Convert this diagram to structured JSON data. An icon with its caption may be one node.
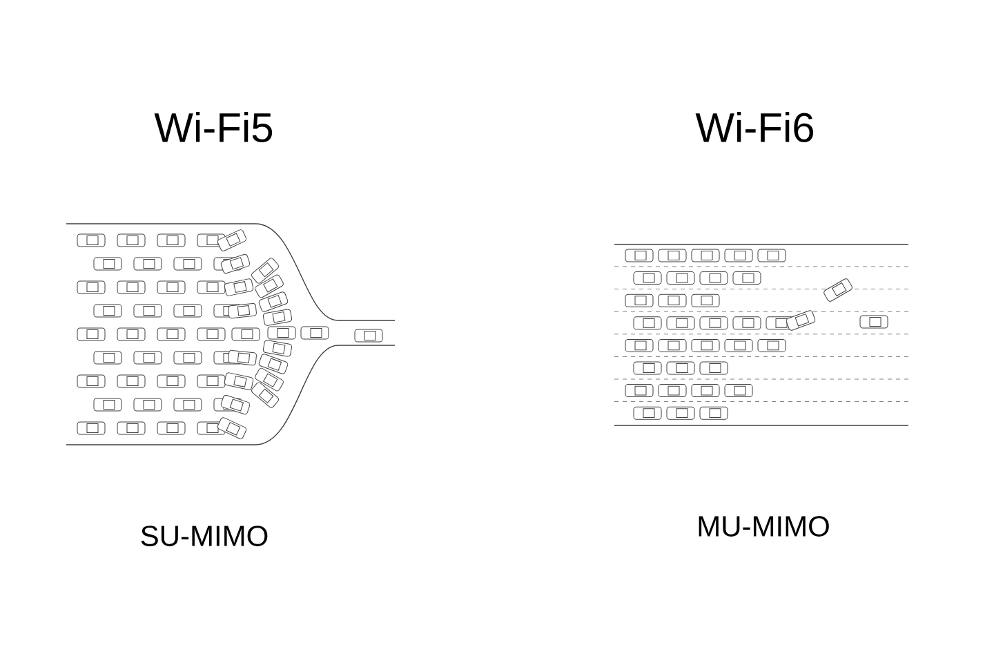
{
  "diagram": {
    "labels": [
      "Wi-Fi5",
      "Wi-Fi6",
      "SU-MIMO",
      "MU-MIMO"
    ]
  }
}
